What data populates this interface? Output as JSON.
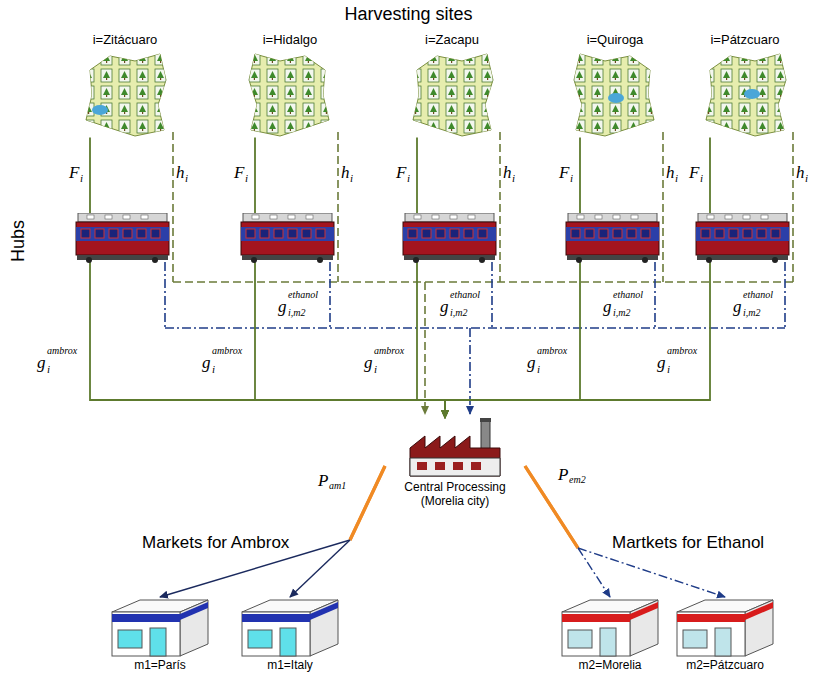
{
  "diagram": {
    "title": "Harvesting sites",
    "nodes": [
      {
        "text": [
          "i=Zitácuaro"
        ]
      },
      {
        "text": [
          "i=Hidalgo"
        ]
      },
      {
        "text": [
          "i=Zacapu"
        ]
      },
      {
        "text": [
          "i=Quiroga"
        ]
      },
      {
        "text": [
          "i=Pátzcuaro"
        ]
      },
      {
        "text": [
          "Central Processing (Morelia city)"
        ]
      },
      {
        "text": [
          "m1=París"
        ]
      },
      {
        "text": [
          "m1=Italy"
        ]
      },
      {
        "text": [
          "m2=Morelia"
        ]
      },
      {
        "text": [
          "m2=Pátzcuaro"
        ]
      }
    ],
    "edges": [
      {
        "from": 0,
        "to": 5,
        "arrow": "to"
      },
      {
        "from": 1,
        "to": 5,
        "arrow": "to"
      },
      {
        "from": 2,
        "to": 5,
        "arrow": "to"
      },
      {
        "from": 3,
        "to": 5,
        "arrow": "to"
      },
      {
        "from": 4,
        "to": 5,
        "arrow": "to"
      },
      {
        "from": 5,
        "to": 6,
        "arrow": "to"
      },
      {
        "from": 5,
        "to": 7,
        "arrow": "to"
      },
      {
        "from": 5,
        "to": 8,
        "arrow": "to"
      },
      {
        "from": 5,
        "to": 9,
        "arrow": "to"
      }
    ],
    "labels": [
      "Hubs",
      "Markets for Ambrox",
      "Martkets for Ethanol",
      "P",
      "am1",
      "P",
      "em2",
      "F",
      "i",
      "h",
      "i",
      "F",
      "i",
      "h",
      "i",
      "F",
      "i",
      "h",
      "i",
      "F",
      "i",
      "h",
      "i",
      "F",
      "i",
      "h",
      "i",
      "g",
      "ambrox",
      "i",
      "g",
      "ambrox",
      "i",
      "g",
      "ambrox",
      "i",
      "g",
      "ambrox",
      "i",
      "g",
      "ambrox",
      "i",
      "g",
      "ethanol",
      "i,m2",
      "g",
      "ethanol",
      "i,m2",
      "g",
      "ethanol",
      "i,m2",
      "g",
      "ethanol",
      "i,m2"
    ]
  }
}
